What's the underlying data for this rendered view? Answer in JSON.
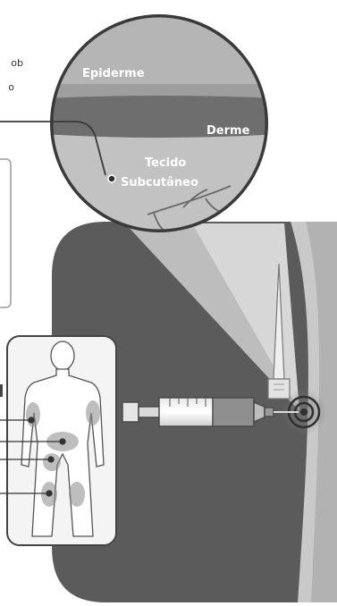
{
  "layers": {
    "epidermis": "Epiderme",
    "dermis": "Derme",
    "subcutaneous_line1": "Tecido",
    "subcutaneous_line2": "Subcutâneo"
  },
  "cut_off_text": {
    "line1": "ob",
    "line2": "o"
  },
  "colors": {
    "background": "#ffffff",
    "scene_panel": "#5b5b5b",
    "skin_surface": "#cfcfcf",
    "epidermis": "#b8b8b8",
    "dermis": "#727272",
    "subcutaneous": "#c4c4c4",
    "label_text": "#ffffff"
  }
}
